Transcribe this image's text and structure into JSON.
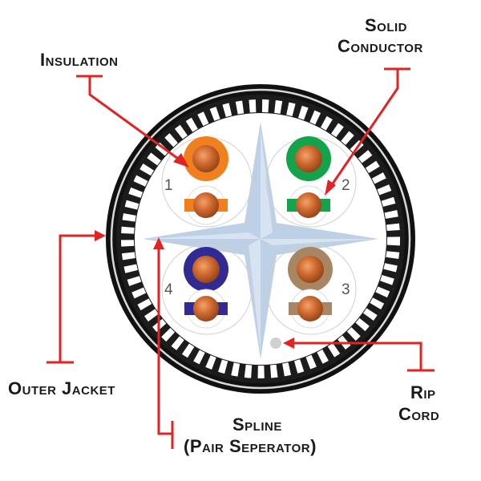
{
  "labels": {
    "insulation": "Insulation",
    "solid_conductor_line1": "Solid",
    "solid_conductor_line2": "Conductor",
    "outer_jacket": "Outer Jacket",
    "rip_cord_line1": "Rip",
    "rip_cord_line2": "Cord",
    "spline_line1": "Spline",
    "spline_line2": "(Pair Seperator)"
  },
  "pairs": [
    {
      "number": "1",
      "color": "#f07f1e",
      "name": "orange"
    },
    {
      "number": "2",
      "color": "#13a34a",
      "name": "green"
    },
    {
      "number": "3",
      "color": "#a98663",
      "name": "brown"
    },
    {
      "number": "4",
      "color": "#302a92",
      "name": "blue"
    }
  ],
  "colors": {
    "jacket": "#111111",
    "leader": "#e02424",
    "copper": "#c8662f",
    "spline": "#b9cde4"
  }
}
